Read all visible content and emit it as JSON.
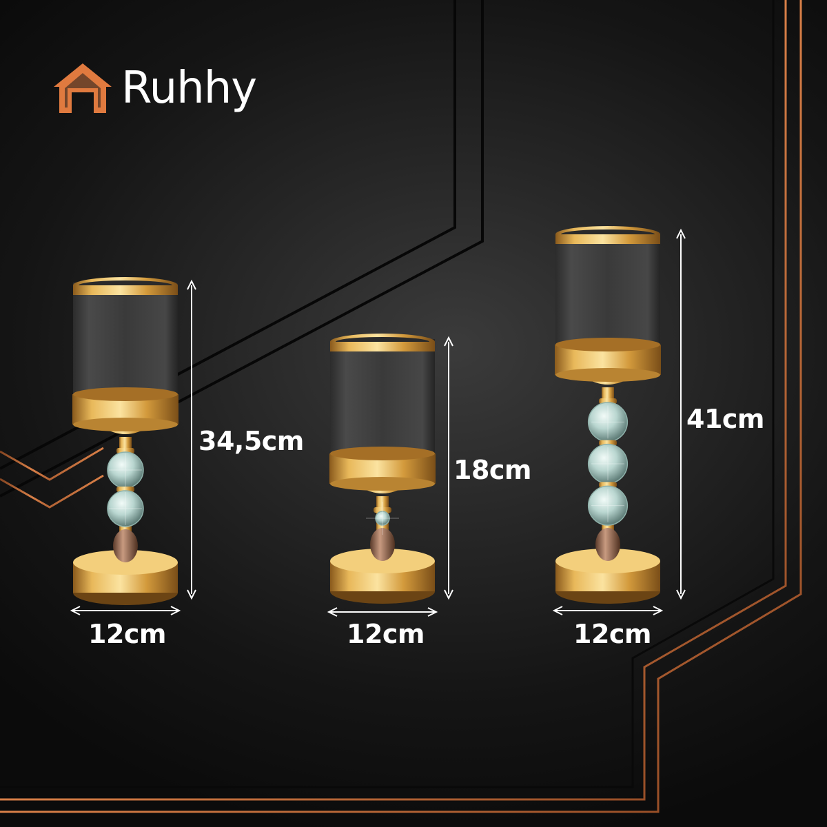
{
  "brand": {
    "name": "Ruhhy",
    "logo_icon": "house-icon",
    "logo_color": "#e07a3f"
  },
  "colors": {
    "background": "#1c1c1c",
    "accent_line": "#c8703c",
    "gold": "#d9a441",
    "text": "#ffffff"
  },
  "products": [
    {
      "id": "medium",
      "height_label": "34,5cm",
      "width_label": "12cm",
      "balls": 2
    },
    {
      "id": "small",
      "height_label": "18cm",
      "width_label": "12cm",
      "balls": 1
    },
    {
      "id": "large",
      "height_label": "41cm",
      "width_label": "12cm",
      "balls": 3
    }
  ]
}
